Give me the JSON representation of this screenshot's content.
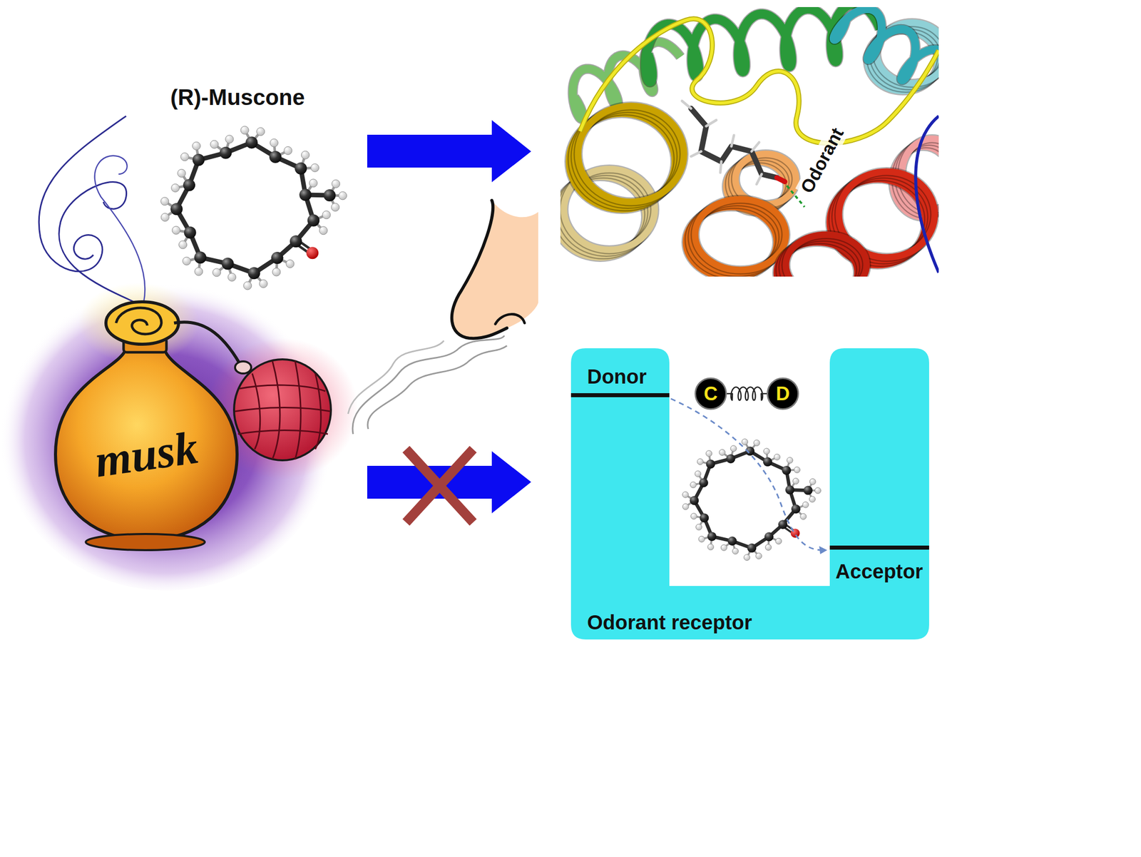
{
  "diagram": {
    "nodes": [
      {
        "text": [
          "Donor",
          "Acceptor",
          "Odorant receptor"
        ]
      },
      {
        "text": [
          "C"
        ],
        "in": 0
      },
      {
        "text": [
          "D"
        ],
        "in": 0
      }
    ],
    "edges": [
      {
        "from": 1,
        "to": 2,
        "arrow": "none"
      }
    ],
    "labels": [
      "(R)-Muscone",
      "musk",
      "Odorant"
    ]
  }
}
